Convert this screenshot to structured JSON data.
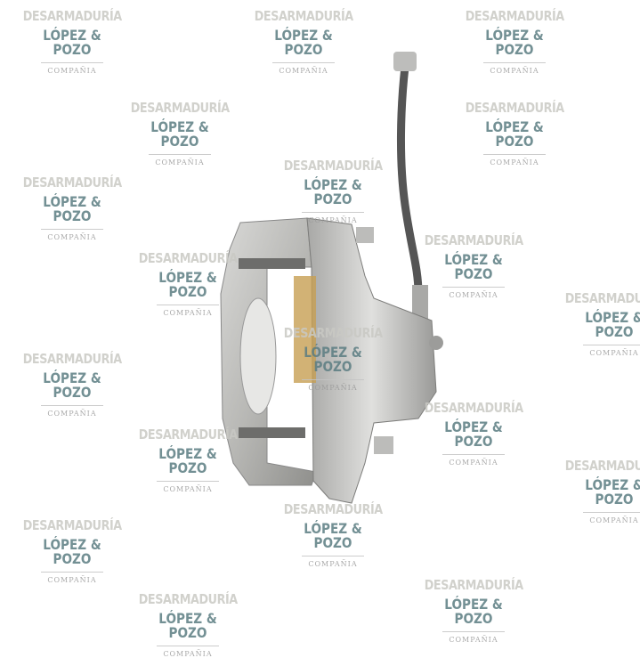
{
  "image": {
    "subject": "brake-caliper",
    "background": "#ffffff"
  },
  "watermark": {
    "line1": "DESARMADURÍA",
    "line2": "LÓPEZ & POZO",
    "line3": "COMPAÑIA",
    "colors": {
      "top": "#c9c9c4",
      "middle": "#5b7d82",
      "bottom": "#9a9a9a"
    }
  }
}
